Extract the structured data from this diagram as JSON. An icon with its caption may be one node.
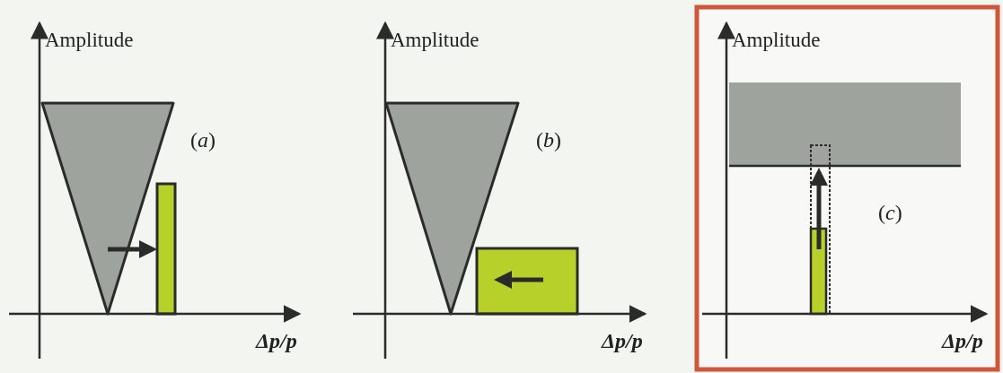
{
  "diagram": {
    "labels": [
      "Amplitude",
      "(*a*)",
      "Δp/p",
      "Amplitude",
      "(*b*)",
      "Δp/p",
      "Amplitude",
      "(*c*)",
      "Δp/p"
    ]
  }
}
